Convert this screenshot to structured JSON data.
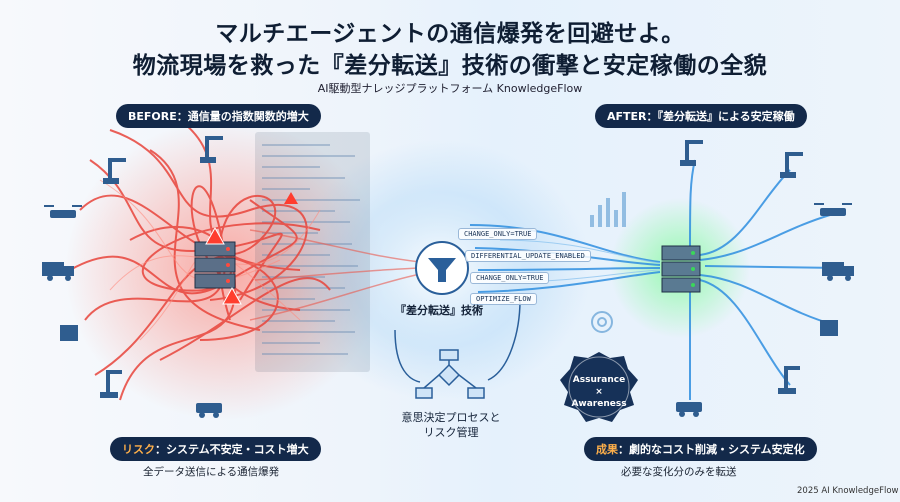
{
  "title_line1": "マルチエージェントの通信爆発を回避せよ。",
  "title_line2": "物流現場を救った『差分転送』技術の衝撃と安定稼働の全貌",
  "subtitle": "AI駆動型ナレッジプラットフォーム KnowledgeFlow",
  "before_label": "BEFORE：通信量の指数関数的増大",
  "after_label": "AFTER：『差分転送』による安定稼働",
  "risk_prefix": "リスク",
  "risk_text": "：システム不安定・コスト増大",
  "risk_caption": "全データ送信による通信爆発",
  "result_prefix": "成果",
  "result_text": "：劇的なコスト削減・システム安定化",
  "result_caption": "必要な変化分のみを転送",
  "filter_label": "『差分転送』技術",
  "decision_line1": "意思決定プロセスと",
  "decision_line2": "リスク管理",
  "code_tags": [
    "CHANGE_ONLY=TRUE",
    "DIFFERENTIAL_UPDATE_ENABLED",
    "CHANGE_ONLY=TRUE",
    "OPTIMIZE_FLOW"
  ],
  "badge_line1": "Assurance",
  "badge_line2": "×",
  "badge_line3": "Awareness",
  "copyright": "2025 AI KnowledgeFlow",
  "colors": {
    "chaos": "#e8453c",
    "flow": "#2f8fe0",
    "navy": "#13294a",
    "accent": "#ffb04a",
    "glow": "#3bd65a"
  }
}
